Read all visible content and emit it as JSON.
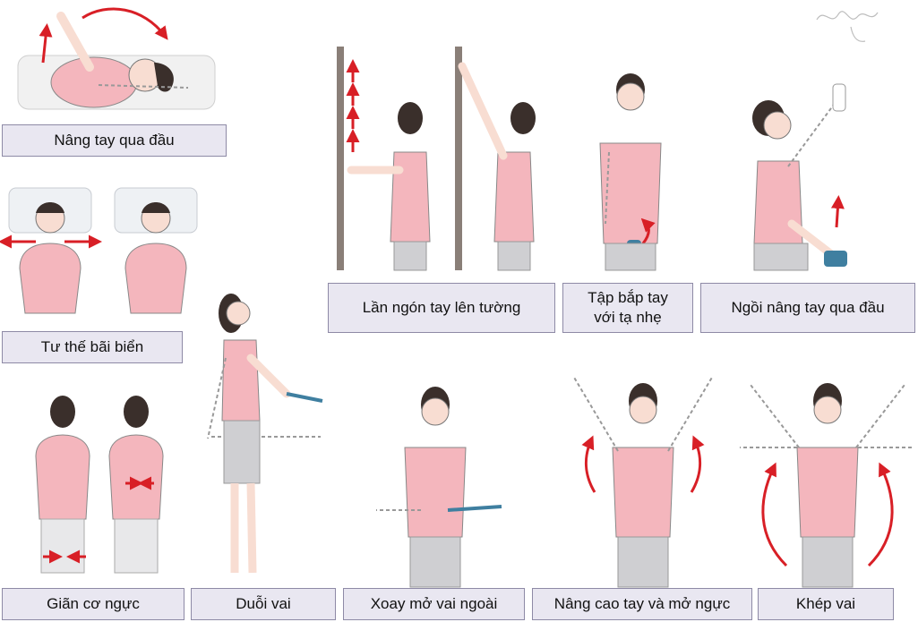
{
  "labels": {
    "raise_overhead": "Nâng tay qua đầu",
    "beach_pose": "Tư thế bãi biển",
    "chest_stretch": "Giãn cơ ngực",
    "shoulder_extension": "Duỗi vai",
    "wall_walk": "Lần ngón tay lên tường",
    "curl_line1": "Tập bắp tay",
    "curl_line2": "với tạ nhẹ",
    "seated_raise": "Ngồi nâng tay qua đầu",
    "external_rotation": "Xoay mở vai ngoài",
    "raise_open_chest": "Nâng cao tay và mở ngực",
    "shoulder_adduction": "Khép vai"
  },
  "colors": {
    "shirt": "#f4b6bd",
    "skin": "#f8ddd2",
    "hair": "#3a2f2b",
    "shorts": "#cfcfd2",
    "arrow": "#d81f26",
    "wall": "#8a7f78",
    "band": "#3f7fa0",
    "label_bg": "#e9e7f1",
    "label_border": "#8e8aa6"
  },
  "icons": [
    "signature-mark",
    "motion-arrow-icon"
  ]
}
